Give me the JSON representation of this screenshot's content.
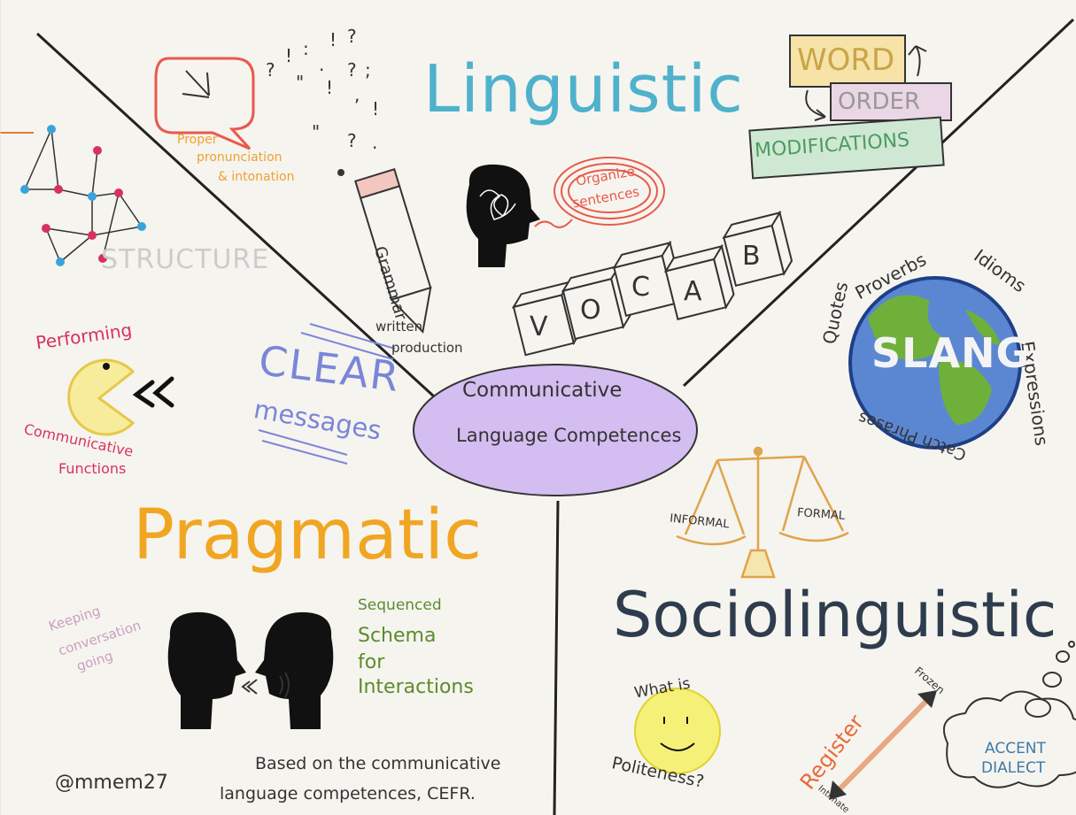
{
  "center": {
    "line1": "Communicative",
    "line2": "Language Competences"
  },
  "linguistic": {
    "title": "Linguistic",
    "pronunciation": [
      "Proper",
      "pronunciation",
      "& intonation"
    ],
    "grammar": "Grammar",
    "written": [
      "written",
      "production"
    ],
    "organize": [
      "Organize",
      "sentences"
    ],
    "vocab_letters": [
      "V",
      "O",
      "C",
      "A",
      "B"
    ],
    "word_order": {
      "word": "WORD",
      "order": "ORDER",
      "modifications": "MODIFICATIONS"
    }
  },
  "pragmatic": {
    "title": "Pragmatic",
    "structure": "STRUCTURE",
    "performing": "Performing",
    "functions": [
      "Communicative",
      "Functions"
    ],
    "clear": "CLEAR",
    "messages": "messages",
    "keeping": [
      "Keeping",
      "conversation",
      "going"
    ],
    "sequenced": "Sequenced",
    "schema": [
      "Schema",
      "for",
      "Interactions"
    ]
  },
  "sociolinguistic": {
    "title": "Sociolinguistic",
    "globe_words": [
      "Quotes",
      "Proverbs",
      "Idioms",
      "Expressions",
      "Catch Phrases"
    ],
    "slang": "SLANG",
    "informal": "INFORMAL",
    "formal": "FORMAL",
    "politeness": [
      "What is",
      "Politeness?"
    ],
    "register": "Register",
    "frozen": "Frozen",
    "intimate": "Intimate",
    "accent": "ACCENT",
    "dialect": "DIALECT"
  },
  "footer": {
    "credit": "@mmem27",
    "based1": "Based on the communicative",
    "based2": "language competences, CEFR."
  },
  "colors": {
    "linguistic": "#4fb1cc",
    "pragmatic": "#f0a623",
    "sociolinguistic": "#2e3c4e",
    "center_fill": "#cdb3ea",
    "accent_red": "#e85a4a",
    "globe_blue": "#4d7fc9",
    "globe_green": "#6aa832"
  }
}
